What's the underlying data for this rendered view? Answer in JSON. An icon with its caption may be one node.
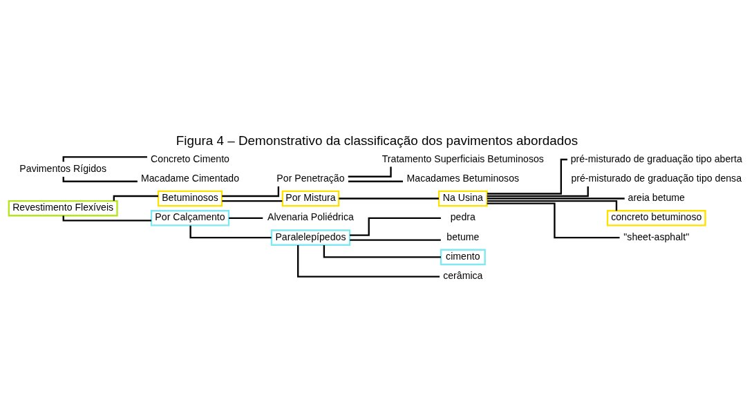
{
  "diagram": {
    "title": "Figura 4 – Demonstrativo da classificação dos pavimentos abordados",
    "nodes": [
      {
        "text": [
          "Revestimento Flexíveis"
        ]
      },
      {
        "text": [
          "Betuminosos"
        ]
      },
      {
        "text": [
          "Por Penetração"
        ]
      },
      {
        "text": [
          "Tratamento Superficiais Betuminosos"
        ]
      },
      {
        "text": [
          "Macadames Betuminosos"
        ]
      },
      {
        "text": [
          "Por Mistura"
        ]
      },
      {
        "text": [
          "Na Usina"
        ]
      },
      {
        "text": [
          "pré-misturado de graduação tipo aberta"
        ]
      },
      {
        "text": [
          "pré-misturado de graduação tipo densa"
        ]
      },
      {
        "text": [
          "areia betume"
        ]
      },
      {
        "text": [
          "concreto betuminoso"
        ]
      },
      {
        "text": [
          "\"sheet-asphalt\""
        ]
      },
      {
        "text": [
          "Por Calçamento"
        ]
      },
      {
        "text": [
          "Alvenaria Poliédrica"
        ]
      },
      {
        "text": [
          "Paralelepípedos"
        ]
      },
      {
        "text": [
          "pedra"
        ]
      },
      {
        "text": [
          "betume"
        ]
      },
      {
        "text": [
          "cimento"
        ]
      },
      {
        "text": [
          "cerâmica"
        ]
      },
      {
        "text": [
          "Pavimentos Rígidos"
        ]
      },
      {
        "text": [
          "Concreto Cimento"
        ]
      },
      {
        "text": [
          "Macadame Cimentado"
        ]
      }
    ],
    "edges": [
      {
        "from": 0,
        "to": 1,
        "arrow": "none"
      },
      {
        "from": 0,
        "to": 12,
        "arrow": "none"
      },
      {
        "from": 1,
        "to": 2,
        "arrow": "none"
      },
      {
        "from": 1,
        "to": 5,
        "arrow": "none"
      },
      {
        "from": 2,
        "to": 3,
        "arrow": "none"
      },
      {
        "from": 2,
        "to": 4,
        "arrow": "none"
      },
      {
        "from": 5,
        "to": 6,
        "arrow": "none"
      },
      {
        "from": 6,
        "to": 7,
        "arrow": "none"
      },
      {
        "from": 6,
        "to": 8,
        "arrow": "none"
      },
      {
        "from": 6,
        "to": 9,
        "arrow": "none"
      },
      {
        "from": 6,
        "to": 10,
        "arrow": "none"
      },
      {
        "from": 6,
        "to": 11,
        "arrow": "none"
      },
      {
        "from": 12,
        "to": 13,
        "arrow": "none"
      },
      {
        "from": 12,
        "to": 14,
        "arrow": "none"
      },
      {
        "from": 14,
        "to": 15,
        "arrow": "none"
      },
      {
        "from": 14,
        "to": 16,
        "arrow": "none"
      },
      {
        "from": 14,
        "to": 17,
        "arrow": "none"
      },
      {
        "from": 14,
        "to": 18,
        "arrow": "none"
      },
      {
        "from": 19,
        "to": 20,
        "arrow": "none"
      },
      {
        "from": 19,
        "to": 21,
        "arrow": "none"
      }
    ]
  }
}
